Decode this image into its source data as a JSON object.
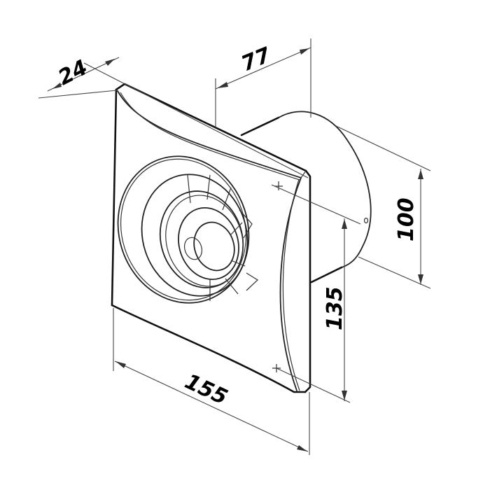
{
  "drawing": {
    "subject": "wall-mounted exhaust fan, isometric view",
    "units": "mm",
    "colors": {
      "line": "#111111",
      "dimension_line": "#444444",
      "background": "#ffffff"
    }
  },
  "dimensions": {
    "depth_faceplate": {
      "value": "24",
      "label": "24"
    },
    "depth_body": {
      "value": "77",
      "label": "77"
    },
    "duct_diameter": {
      "value": "100",
      "label": "100"
    },
    "mounting_height": {
      "value": "135",
      "label": "135"
    },
    "width": {
      "value": "155",
      "label": "155"
    }
  }
}
